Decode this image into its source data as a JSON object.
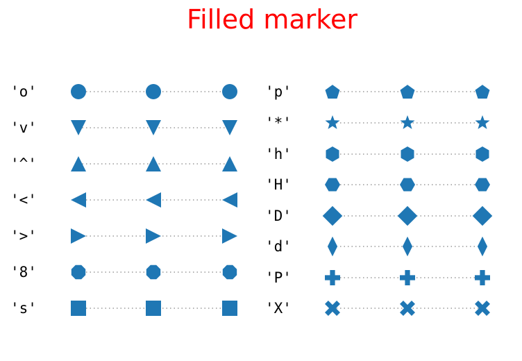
{
  "chart_data": {
    "type": "scatter",
    "title": "Filled marker",
    "color": "#1f77b4",
    "line_color": "#999999",
    "line_style": "dotted",
    "x": [
      0,
      1,
      2
    ],
    "grid": false,
    "columns": [
      {
        "markers": [
          "'o'",
          "'v'",
          "'^'",
          "'<'",
          "'>'",
          "'8'",
          "'s'"
        ],
        "shapes": [
          "o",
          "v",
          "^",
          "<",
          ">",
          "8",
          "s"
        ]
      },
      {
        "markers": [
          "'p'",
          "'*'",
          "'h'",
          "'H'",
          "'D'",
          "'d'",
          "'P'",
          "'X'"
        ],
        "shapes": [
          "p",
          "*",
          "h",
          "H",
          "D",
          "d",
          "P",
          "X"
        ]
      }
    ]
  }
}
